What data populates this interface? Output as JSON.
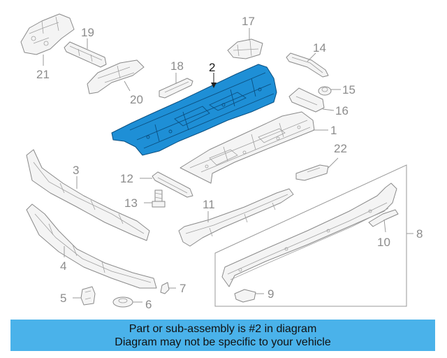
{
  "callouts": [
    {
      "id": "1",
      "highlighted": false
    },
    {
      "id": "2",
      "highlighted": true
    },
    {
      "id": "3",
      "highlighted": false
    },
    {
      "id": "4",
      "highlighted": false
    },
    {
      "id": "5",
      "highlighted": false
    },
    {
      "id": "6",
      "highlighted": false
    },
    {
      "id": "7",
      "highlighted": false
    },
    {
      "id": "8",
      "highlighted": false
    },
    {
      "id": "9",
      "highlighted": false
    },
    {
      "id": "10",
      "highlighted": false
    },
    {
      "id": "11",
      "highlighted": false
    },
    {
      "id": "12",
      "highlighted": false
    },
    {
      "id": "13",
      "highlighted": false
    },
    {
      "id": "14",
      "highlighted": false
    },
    {
      "id": "15",
      "highlighted": false
    },
    {
      "id": "16",
      "highlighted": false
    },
    {
      "id": "17",
      "highlighted": false
    },
    {
      "id": "18",
      "highlighted": false
    },
    {
      "id": "19",
      "highlighted": false
    },
    {
      "id": "20",
      "highlighted": false
    },
    {
      "id": "21",
      "highlighted": false
    },
    {
      "id": "22",
      "highlighted": false
    }
  ],
  "colors": {
    "highlight": "#1e8fd6",
    "banner": "#4ab2ea",
    "line": "#8a8a8a"
  },
  "banner": {
    "line1": "Part or sub-assembly is #2 in diagram",
    "line2": "Diagram may not be specific to your vehicle"
  }
}
